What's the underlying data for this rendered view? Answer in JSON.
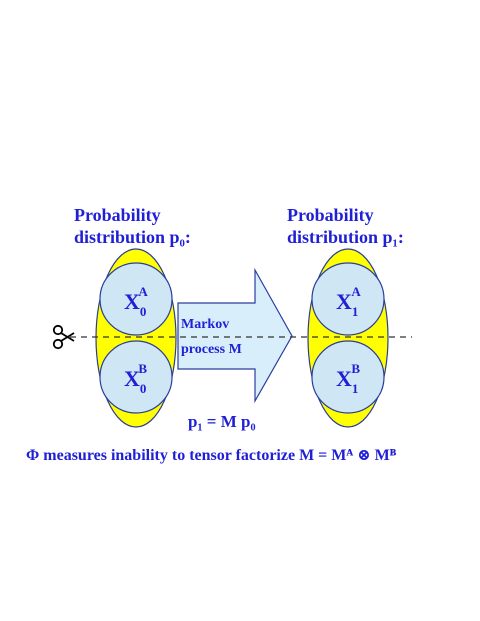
{
  "left_title": {
    "line1": "Probability",
    "line2": "distribution p₀:"
  },
  "right_title": {
    "line1": "Probability",
    "line2": "distribution p₁:"
  },
  "nodes": {
    "x0a": {
      "base": "X",
      "sub": "0",
      "sup": "A"
    },
    "x0b": {
      "base": "X",
      "sub": "0",
      "sup": "B"
    },
    "x1a": {
      "base": "X",
      "sub": "1",
      "sup": "A"
    },
    "x1b": {
      "base": "X",
      "sub": "1",
      "sup": "B"
    }
  },
  "arrow_label": {
    "line1": "Markov",
    "line2": "process M"
  },
  "equation": "p₁ = M p₀",
  "caption": "Φ measures inability to tensor factorize M = Mᴬ ⊗ Mᴮ",
  "colors": {
    "text_blue": "#1f1fd6",
    "ellipse_yellow": "#ffff00",
    "circle_fill": "#cfe6f5",
    "arrow_fill": "#d9eefb",
    "outline_blue": "#2b3d9c"
  },
  "icons": {
    "scissors": "scissors-icon"
  }
}
